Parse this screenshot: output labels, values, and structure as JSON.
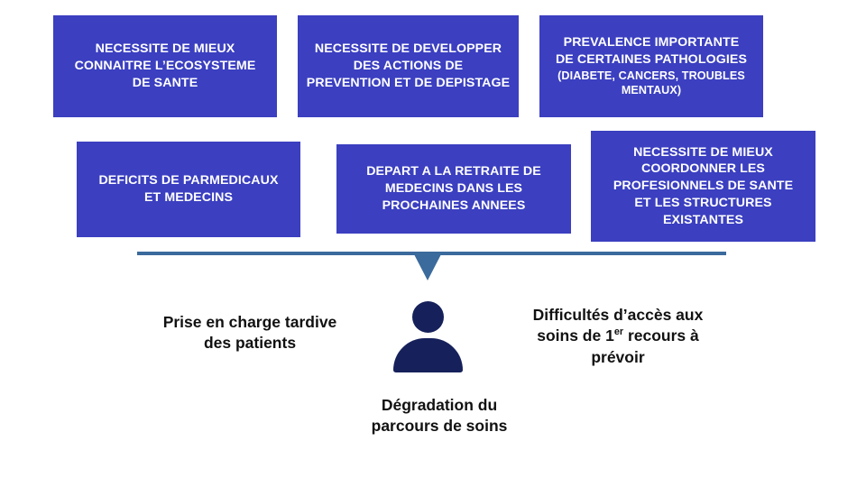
{
  "diagram": {
    "title": "Degradation du parcours de soins - facteurs et consequences",
    "colors": {
      "box_fill": "#3B3FC0",
      "box_text": "#FFFFFF",
      "connector": "#3B6A9C",
      "person_icon": "#16215B",
      "caption_text": "#111111",
      "background": "#FFFFFF"
    },
    "factor_boxes": [
      {
        "id": "ecosysteme",
        "lines": [
          {
            "text": "NECESSITE DE MIEUX",
            "size": "main"
          },
          {
            "text": "CONNAITRE L’ECOSYSTEME",
            "size": "main"
          },
          {
            "text": "DE SANTE",
            "size": "main"
          }
        ]
      },
      {
        "id": "prevention",
        "lines": [
          {
            "text": "NECESSITE DE DEVELOPPER",
            "size": "main"
          },
          {
            "text": "DES ACTIONS DE",
            "size": "main"
          },
          {
            "text": "PREVENTION ET DE DEPISTAGE",
            "size": "main"
          }
        ]
      },
      {
        "id": "prevalence",
        "lines": [
          {
            "text": "PREVALENCE IMPORTANTE",
            "size": "main"
          },
          {
            "text": "DE CERTAINES PATHOLOGIES",
            "size": "main"
          },
          {
            "text": "(DIABETE, CANCERS, TROUBLES",
            "size": "sm"
          },
          {
            "text": "MENTAUX)",
            "size": "sm"
          }
        ]
      },
      {
        "id": "deficits",
        "lines": [
          {
            "text": "DEFICITS DE PARMEDICAUX",
            "size": "main"
          },
          {
            "text": "ET MEDECINS",
            "size": "main"
          }
        ]
      },
      {
        "id": "retraite",
        "lines": [
          {
            "text": "DEPART A LA RETRAITE DE",
            "size": "main"
          },
          {
            "text": "MEDECINS DANS LES",
            "size": "main"
          },
          {
            "text": "PROCHAINES ANNEES",
            "size": "main"
          }
        ]
      },
      {
        "id": "coordination",
        "lines": [
          {
            "text": "NECESSITE DE MIEUX",
            "size": "main"
          },
          {
            "text": "COORDONNER LES",
            "size": "main"
          },
          {
            "text": "PROFESIONNELS DE SANTE",
            "size": "main"
          },
          {
            "text": "ET LES STRUCTURES",
            "size": "main"
          },
          {
            "text": "EXISTANTES",
            "size": "main"
          }
        ]
      }
    ],
    "captions": {
      "left": {
        "line1": "Prise en charge tardive",
        "line2": "des patients"
      },
      "right": {
        "line1": "Difficultés d’accès aux",
        "line2_before": "soins de 1",
        "line2_sup": "er",
        "line2_after": " recours à",
        "line3": "prévoir"
      },
      "bottom": {
        "line1": "Dégradation du",
        "line2": "parcours de soins"
      }
    },
    "icons": {
      "person": "person-icon",
      "arrow": "arrow-down-icon"
    }
  }
}
